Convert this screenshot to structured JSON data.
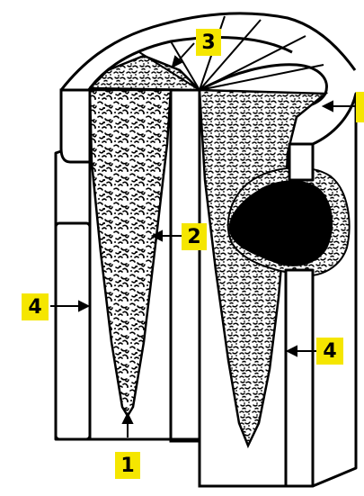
{
  "colors": {
    "label_bg": "#f5e600",
    "ink": "#000000",
    "paper": "#ffffff"
  },
  "labels": [
    {
      "id": "l1",
      "text": "1"
    },
    {
      "id": "l2",
      "text": "2"
    },
    {
      "id": "l3",
      "text": "3"
    },
    {
      "id": "l4a",
      "text": "4"
    },
    {
      "id": "l4b",
      "text": "4"
    },
    {
      "id": "l5",
      "text": ""
    }
  ]
}
